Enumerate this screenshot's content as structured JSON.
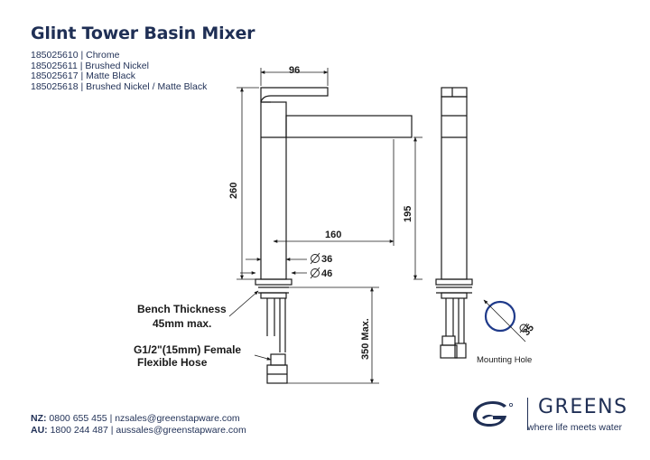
{
  "title": "Glint Tower Basin Mixer",
  "codes": [
    "185025610 | Chrome",
    "185025611 | Brushed Nickel",
    "185025617 | Matte Black",
    "185025618 | Brushed Nickel / Matte Black"
  ],
  "dimensions": {
    "top_width": "96",
    "height": "260",
    "spout_height": "195",
    "spout_reach": "160",
    "body_dia": "36",
    "base_dia": "46",
    "max_length": "350 Max.",
    "hole_dia": "35"
  },
  "labels": {
    "bench_line1": "Bench Thickness",
    "bench_line2": "45mm max.",
    "hose_line1": "G1/2\"(15mm) Female",
    "hose_line2": "Flexible Hose",
    "mounting_hole": "Mounting Hole"
  },
  "contact": {
    "nz_label": "NZ:",
    "nz_text": " 0800 655 455 | nzsales@greenstapware.com",
    "au_label": "AU:",
    "au_text": " 1800 244 487 | aussales@greenstapware.com"
  },
  "brand": {
    "name": "GREENS",
    "tagline": "where life meets water",
    "color": "#1f2f55",
    "accent": "#1f3a8a"
  }
}
